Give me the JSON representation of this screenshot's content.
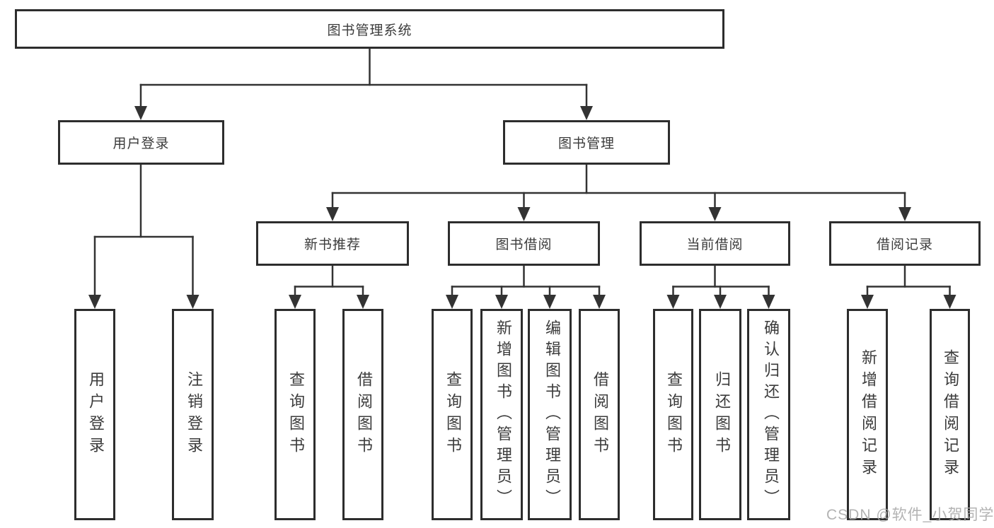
{
  "diagram": {
    "type": "hierarchy-tree",
    "root": {
      "label": "图书管理系统"
    },
    "level2": [
      {
        "label": "用户登录",
        "parent": "图书管理系统"
      },
      {
        "label": "图书管理",
        "parent": "图书管理系统"
      }
    ],
    "level3": [
      {
        "label": "新书推荐",
        "parent": "图书管理"
      },
      {
        "label": "图书借阅",
        "parent": "图书管理"
      },
      {
        "label": "当前借阅",
        "parent": "图书管理"
      },
      {
        "label": "借阅记录",
        "parent": "图书管理"
      }
    ],
    "leaves": [
      {
        "label": "用户登录",
        "parent": "用户登录"
      },
      {
        "label": "注销登录",
        "parent": "用户登录"
      },
      {
        "label": "查询图书",
        "parent": "新书推荐"
      },
      {
        "label": "借阅图书",
        "parent": "新书推荐"
      },
      {
        "label": "查询图书",
        "parent": "图书借阅"
      },
      {
        "label": "新增图书（管理员）",
        "parent": "图书借阅"
      },
      {
        "label": "编辑图书（管理员）",
        "parent": "图书借阅"
      },
      {
        "label": "借阅图书",
        "parent": "图书借阅"
      },
      {
        "label": "查询图书",
        "parent": "当前借阅"
      },
      {
        "label": "归还图书",
        "parent": "当前借阅"
      },
      {
        "label": "确认归还（管理员）",
        "parent": "当前借阅"
      },
      {
        "label": "新增借阅记录",
        "parent": "借阅记录"
      },
      {
        "label": "查询借阅记录",
        "parent": "借阅记录"
      }
    ],
    "watermark": "CSDN @软件_小贺同学",
    "colors": {
      "line": "#333333",
      "box_border": "#2d2d2d",
      "text": "#3b3b3b",
      "watermark": "#a8a8a8",
      "background": "#ffffff"
    }
  }
}
